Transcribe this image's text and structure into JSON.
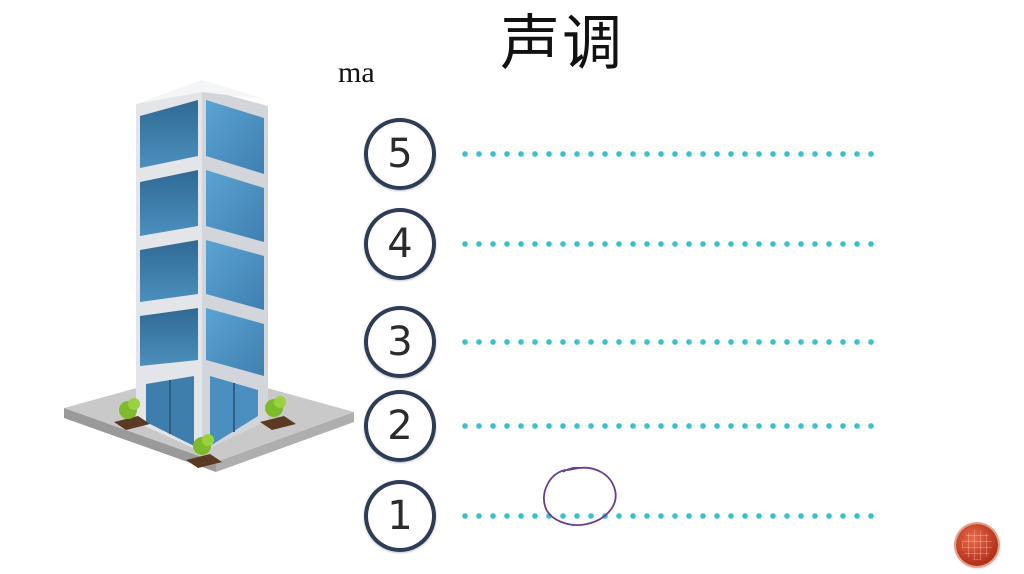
{
  "slide": {
    "title": "声调",
    "syllable": "ma",
    "scale_levels": [
      "5",
      "4",
      "3",
      "2",
      "1"
    ]
  },
  "icons": {
    "building": "office-building-icon",
    "handwritten_mark": "hand-drawn-circle",
    "navigation": "slide-nav-button"
  },
  "colors": {
    "dots": "#3ebfcc",
    "badge_ring": "#2e3c57",
    "nav_button": "#c0391e"
  }
}
